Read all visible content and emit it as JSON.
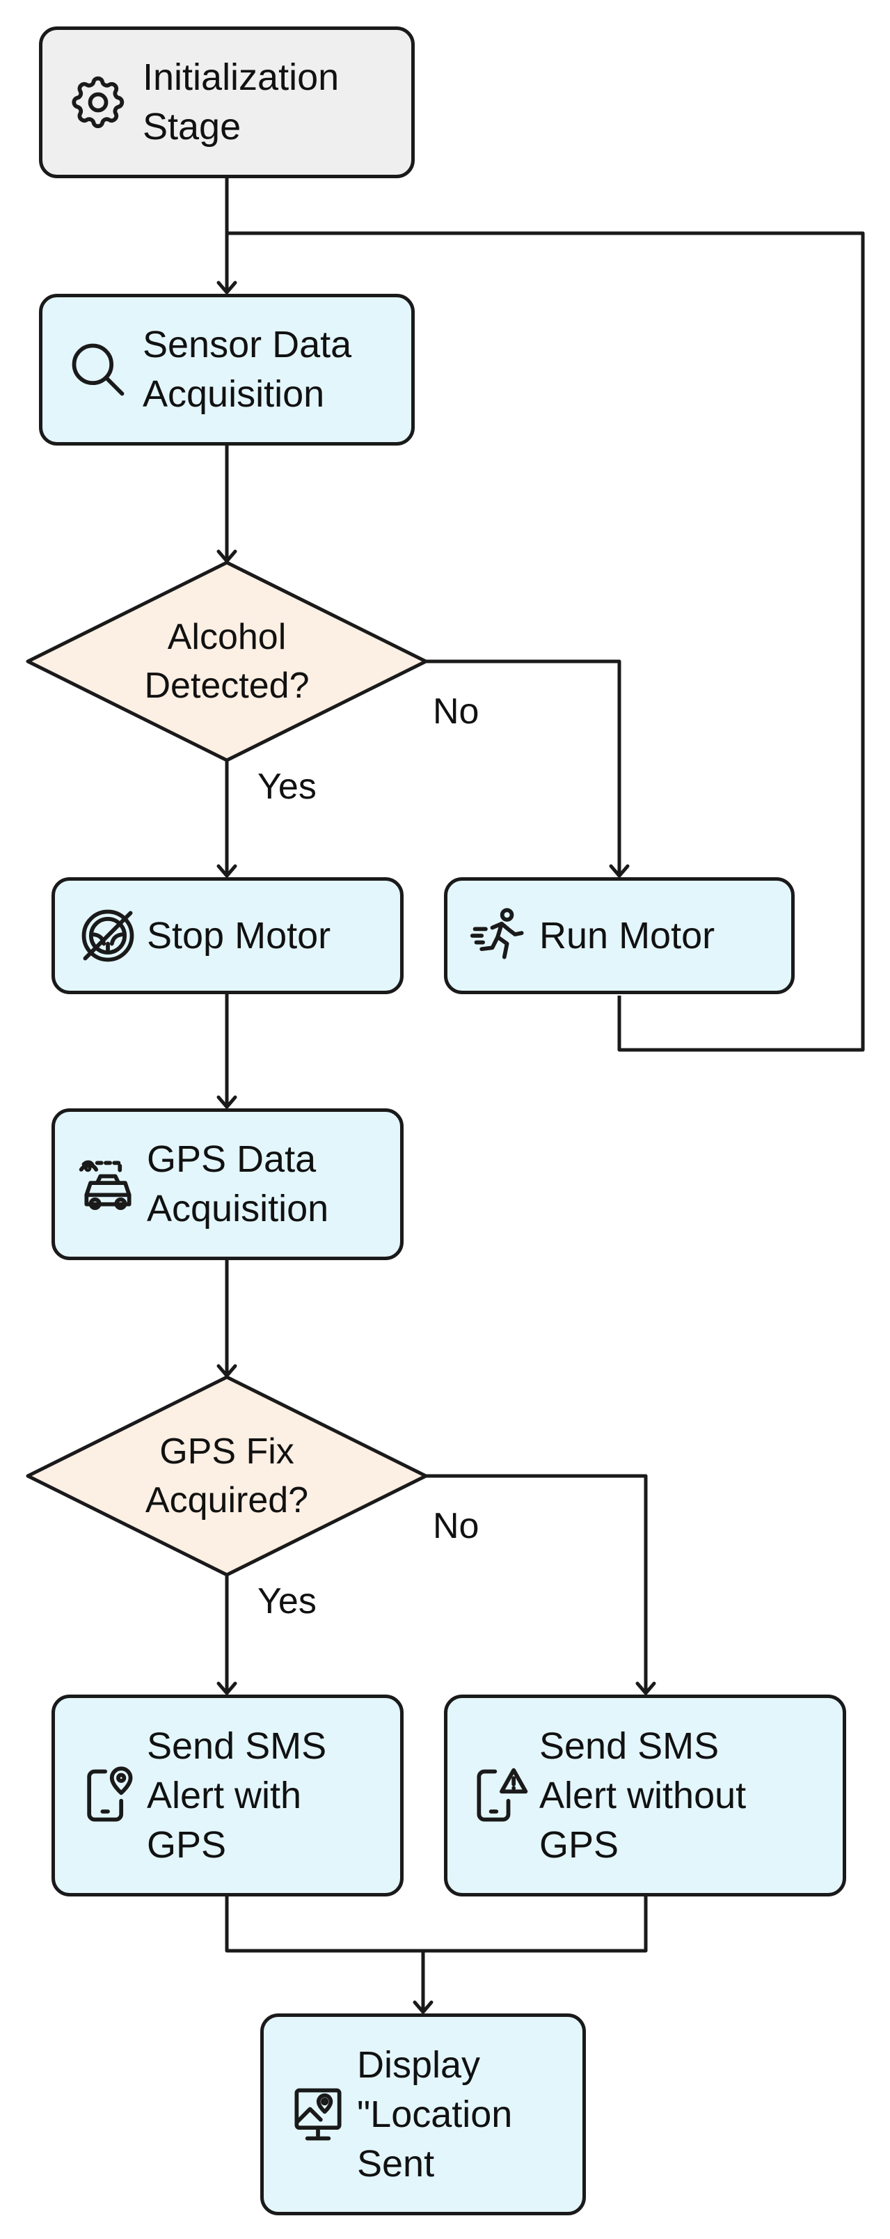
{
  "nodes": {
    "init": {
      "label": "Initialization\nStage",
      "icon": "gear-icon"
    },
    "sensor": {
      "label": "Sensor Data\nAcquisition",
      "icon": "search-icon"
    },
    "alcohol": {
      "label": "Alcohol\nDetected?"
    },
    "stop": {
      "label": "Stop Motor",
      "icon": "steering-wheel-off-icon"
    },
    "run": {
      "label": "Run Motor",
      "icon": "running-person-icon"
    },
    "gps": {
      "label": "GPS Data\nAcquisition",
      "icon": "car-location-icon"
    },
    "gpsfix": {
      "label": "GPS Fix\nAcquired?"
    },
    "sms_gps": {
      "label": "Send SMS\nAlert with\nGPS",
      "icon": "phone-location-icon"
    },
    "sms_nogps": {
      "label": "Send SMS\nAlert without\nGPS",
      "icon": "phone-warning-icon"
    },
    "display": {
      "label": "Display\n\"Location\nSent",
      "icon": "monitor-location-icon"
    }
  },
  "edges": {
    "alcohol_yes": "Yes",
    "alcohol_no": "No",
    "gps_yes": "Yes",
    "gps_no": "No"
  },
  "colors": {
    "process_fill": "#e3f6fb",
    "init_fill": "#efefef",
    "decision_fill": "#fcefe3",
    "stroke": "#1a1a1a"
  }
}
